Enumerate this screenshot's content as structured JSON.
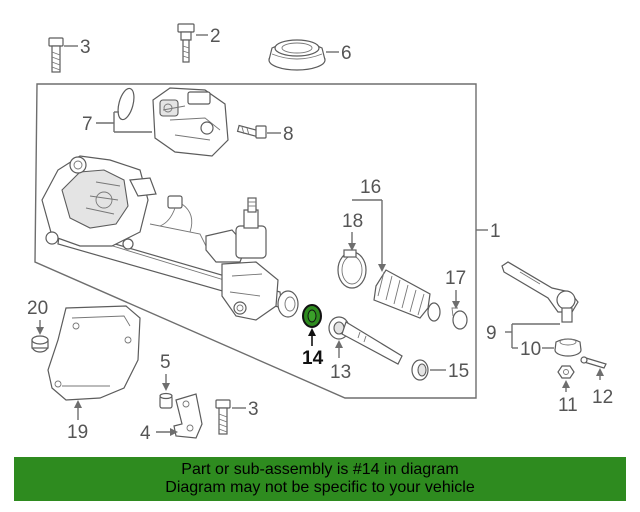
{
  "diagram": {
    "callouts": {
      "c1": "1",
      "c2": "2",
      "c3a": "3",
      "c3b": "3",
      "c4": "4",
      "c5": "5",
      "c6": "6",
      "c7": "7",
      "c8": "8",
      "c9": "9",
      "c10": "10",
      "c11": "11",
      "c12": "12",
      "c13": "13",
      "c14": "14",
      "c15": "15",
      "c16": "16",
      "c17": "17",
      "c18": "18",
      "c19": "19",
      "c20": "20"
    },
    "highlight_color": "#2e8b1f"
  },
  "banner": {
    "line1": "Part or sub-assembly is #14 in diagram",
    "line2": "Diagram may not be specific to your vehicle",
    "background": "#2e8b1f"
  }
}
